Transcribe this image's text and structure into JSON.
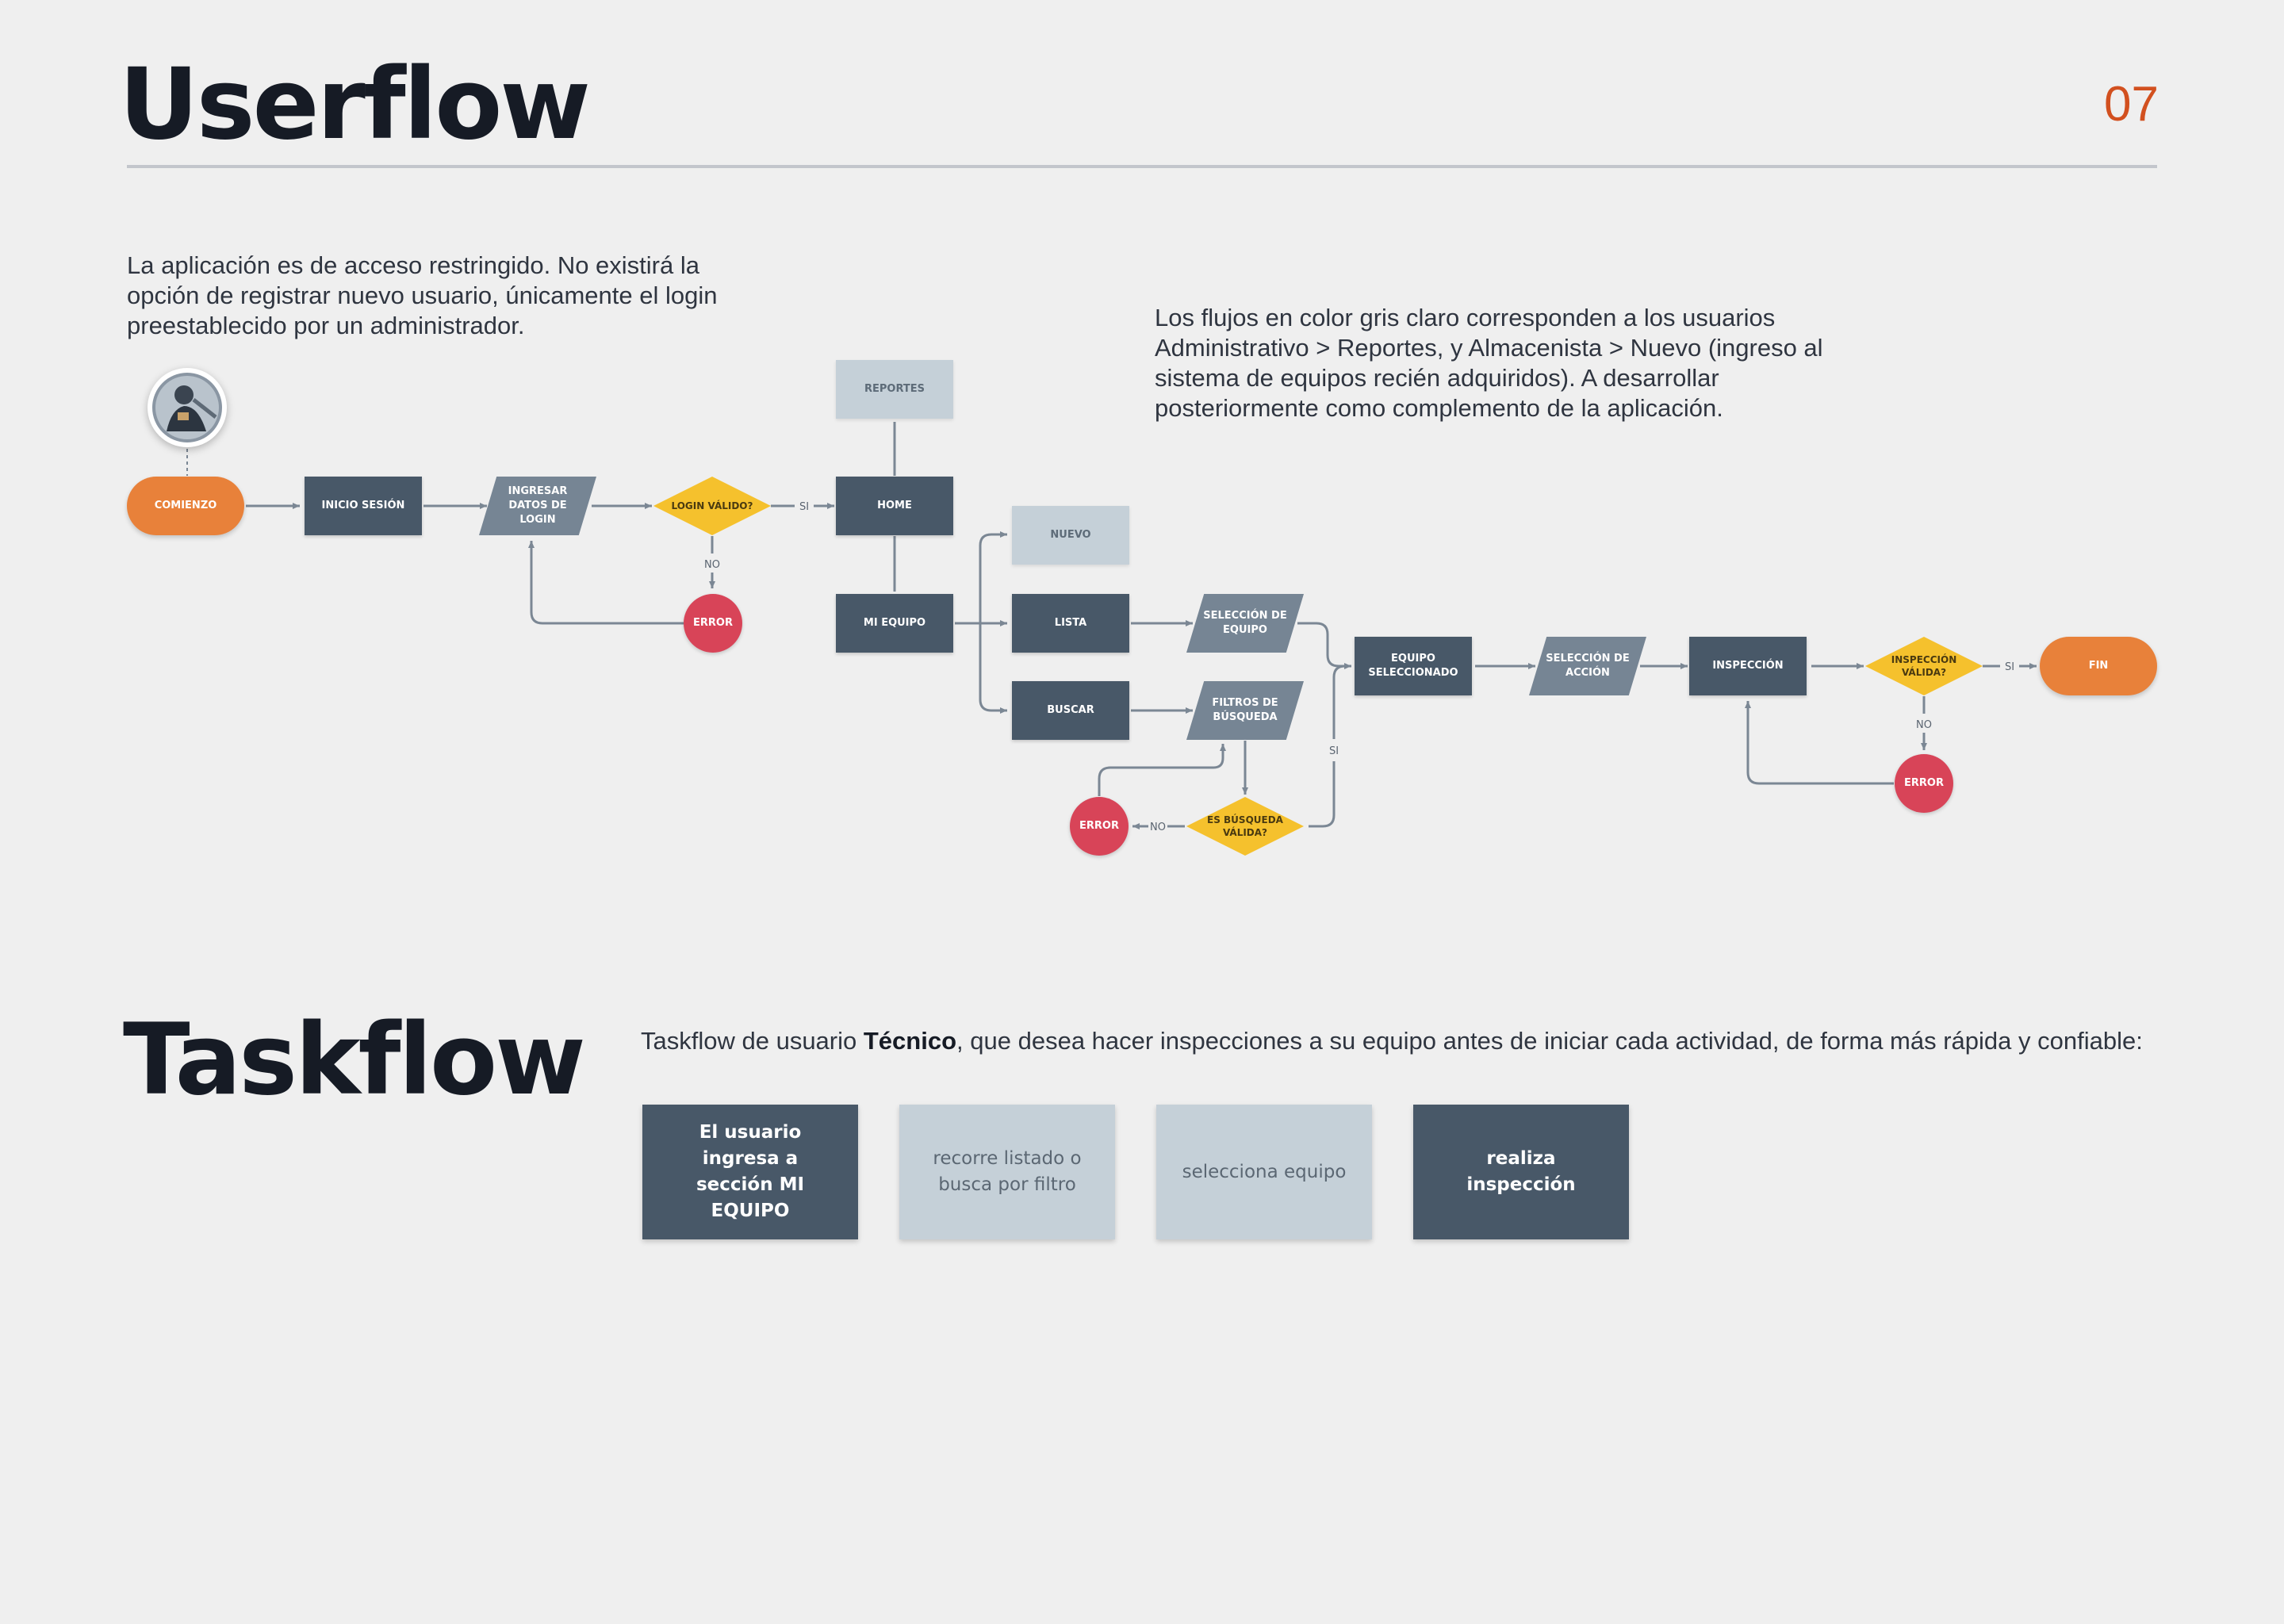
{
  "header": {
    "title": "Userflow",
    "page_number": "07"
  },
  "userflow": {
    "intro_text": "La aplicación es de acceso restringido.  No existirá la opción de registrar nuevo usuario, únicamente el login preestablecido por un administrador.",
    "note_text": "Los flujos en color gris claro corresponden a los usuarios Administrativo > Reportes, y Almacenista > Nuevo (ingreso al sistema de equipos recién adquiridos). A desarrollar posteriormente como complemento de la aplicación.",
    "nodes": {
      "comienzo": "COMIENZO",
      "inicio_sesion": "INICIO SESIÓN",
      "ingresar_datos": [
        "INGRESAR",
        "DATOS DE",
        "LOGIN"
      ],
      "login_valido": "LOGIN VÁLIDO?",
      "error_login": "ERROR",
      "reportes": "REPORTES",
      "home": "HOME",
      "mi_equipo": "MI EQUIPO",
      "nuevo": "NUEVO",
      "lista": "LISTA",
      "buscar": "BUSCAR",
      "seleccion_equipo": [
        "SELECCIÓN DE",
        "EQUIPO"
      ],
      "filtros_busqueda": [
        "FILTROS DE",
        "BÚSQUEDA"
      ],
      "busqueda_valida": [
        "ES BÚSQUEDA",
        "VÁLIDA?"
      ],
      "error_busqueda": "ERROR",
      "equipo_seleccionado": [
        "EQUIPO",
        "SELECCIONADO"
      ],
      "seleccion_accion": [
        "SELECCIÓN DE",
        "ACCIÓN"
      ],
      "inspeccion": "INSPECCIÓN",
      "inspeccion_valida": [
        "INSPECCIÓN",
        "VÁLIDA?"
      ],
      "error_inspeccion": "ERROR",
      "fin": "FIN"
    },
    "edge_labels": {
      "si_login": "SI",
      "no_login": "NO",
      "no_busqueda": "NO",
      "si_busqueda": "SI",
      "si_inspeccion": "SI",
      "no_inspeccion": "NO"
    },
    "colors": {
      "start_end": "#e8813a",
      "process_dark": "#485868",
      "process_light": "#c5d0d8",
      "input": "#768594",
      "decision": "#f5c12d",
      "error": "#d84458",
      "connector": "#7b8794"
    }
  },
  "taskflow": {
    "title": "Taskflow",
    "intro_pre": "Taskflow de usuario ",
    "intro_bold": "Técnico",
    "intro_post": ", que desea hacer inspecciones a su equipo antes de iniciar cada actividad, de forma más rápida y confiable:",
    "cards": [
      {
        "lines": [
          "El usuario ingresa a",
          "sección MI EQUIPO"
        ],
        "style": "dark"
      },
      {
        "lines": [
          "recorre listado  o",
          "busca por filtro"
        ],
        "style": "light"
      },
      {
        "lines": [
          "selecciona equipo"
        ],
        "style": "light"
      },
      {
        "lines": [
          "realiza inspección"
        ],
        "style": "dark"
      }
    ]
  }
}
